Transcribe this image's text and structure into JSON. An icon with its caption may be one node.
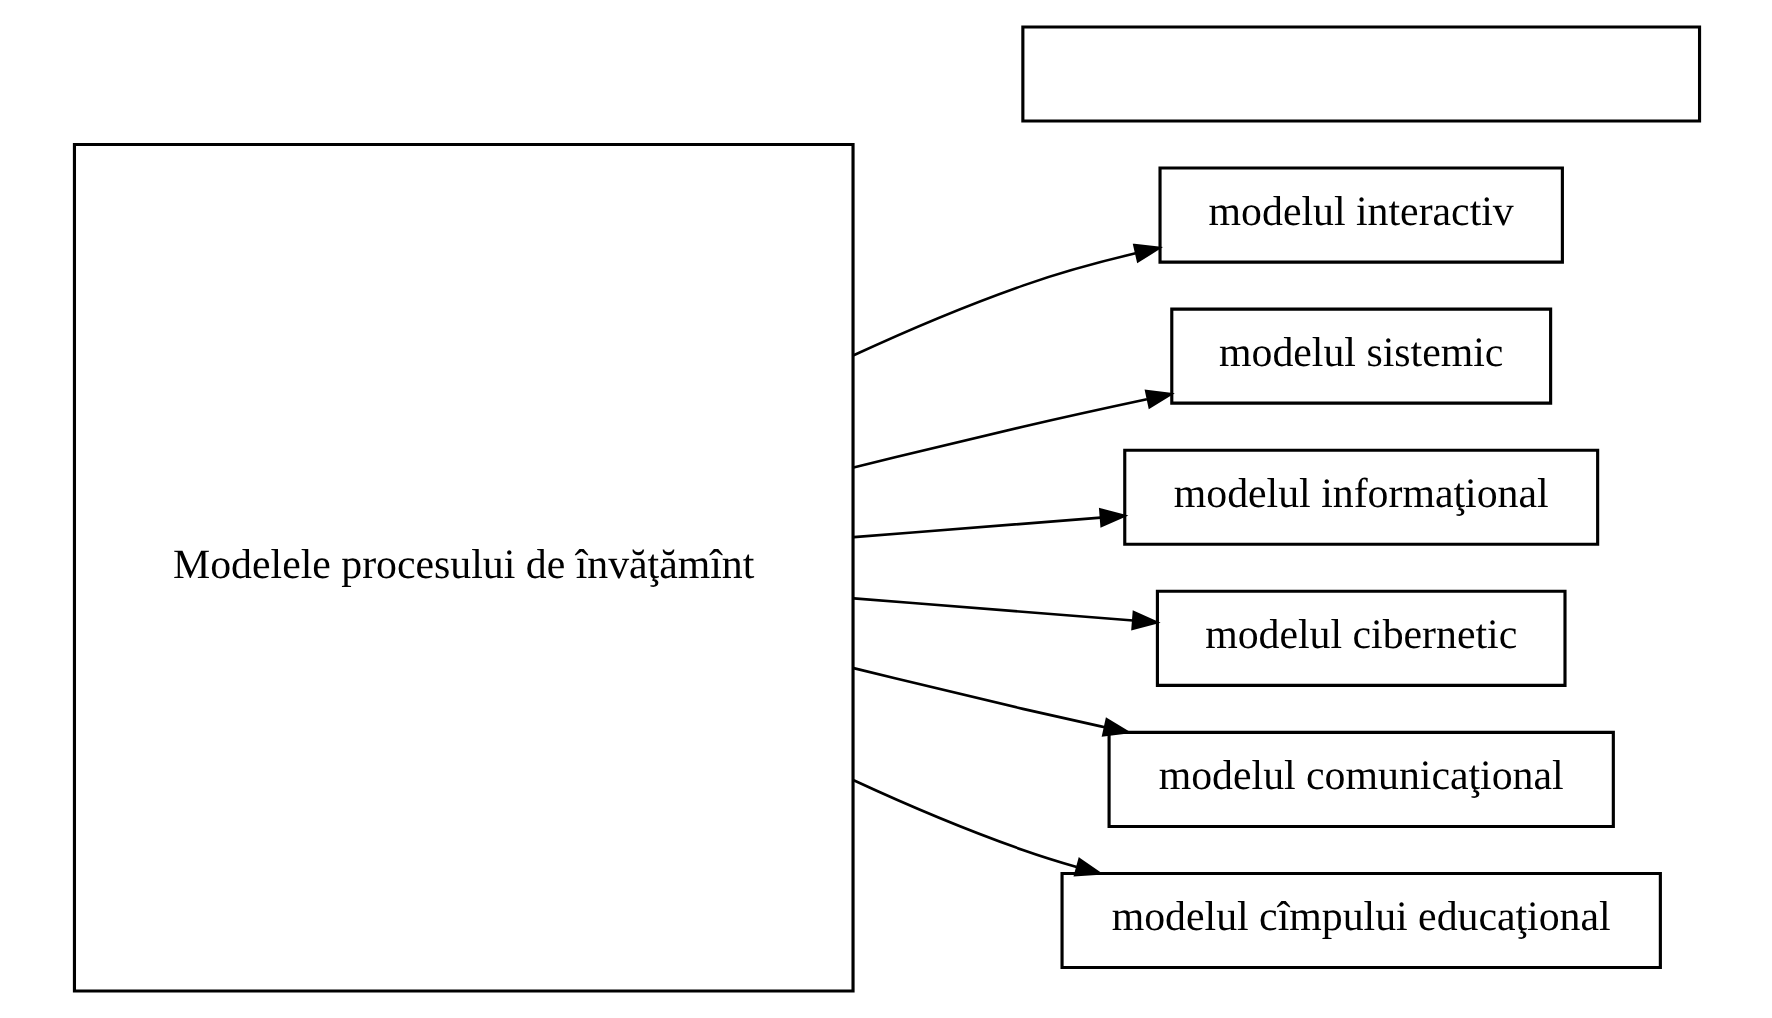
{
  "diagram": {
    "nodes": [
      {
        "text": [
          "Modelele procesului de învăţămînt"
        ]
      },
      {
        "text": [
          "modelul interactiv"
        ]
      },
      {
        "text": [
          "modelul sistemic"
        ]
      },
      {
        "text": [
          "modelul informaţional"
        ]
      },
      {
        "text": [
          "modelul cibernetic"
        ]
      },
      {
        "text": [
          "modelul comunicaţional"
        ]
      },
      {
        "text": [
          "modelul cîmpului educaţional"
        ]
      },
      {
        "text": [],
        "shape": "box"
      }
    ],
    "edges": [
      {
        "from": 0,
        "to": 1,
        "arrow": "to"
      },
      {
        "from": 0,
        "to": 2,
        "arrow": "to"
      },
      {
        "from": 0,
        "to": 3,
        "arrow": "to"
      },
      {
        "from": 0,
        "to": 4,
        "arrow": "to"
      },
      {
        "from": 0,
        "to": 5,
        "arrow": "to"
      },
      {
        "from": 0,
        "to": 6,
        "arrow": "to"
      }
    ]
  }
}
